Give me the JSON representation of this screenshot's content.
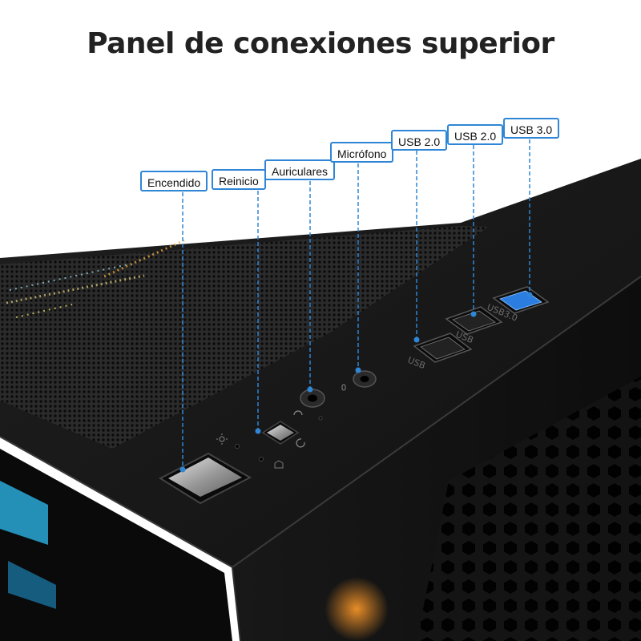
{
  "title": "Panel de conexiones superior",
  "callouts": {
    "power": "Encendido",
    "reset": "Reinicio",
    "headphones": "Auriculares",
    "microphone": "Micrófono",
    "usb2_a": "USB 2.0",
    "usb2_b": "USB 2.0",
    "usb3": "USB 3.0"
  },
  "port_labels": {
    "usb_a": "USB",
    "usb_b": "USB",
    "usb3": "USB3.0"
  },
  "colors": {
    "accent": "#2f86d6",
    "usb3_port": "#2b7de0",
    "case": "#151515"
  },
  "icons": {
    "power_led": "sun-icon",
    "reset_symbol": "circular-arrow-icon",
    "headphone_symbol": "headphone-icon",
    "mic_symbol": "microphone-icon"
  }
}
